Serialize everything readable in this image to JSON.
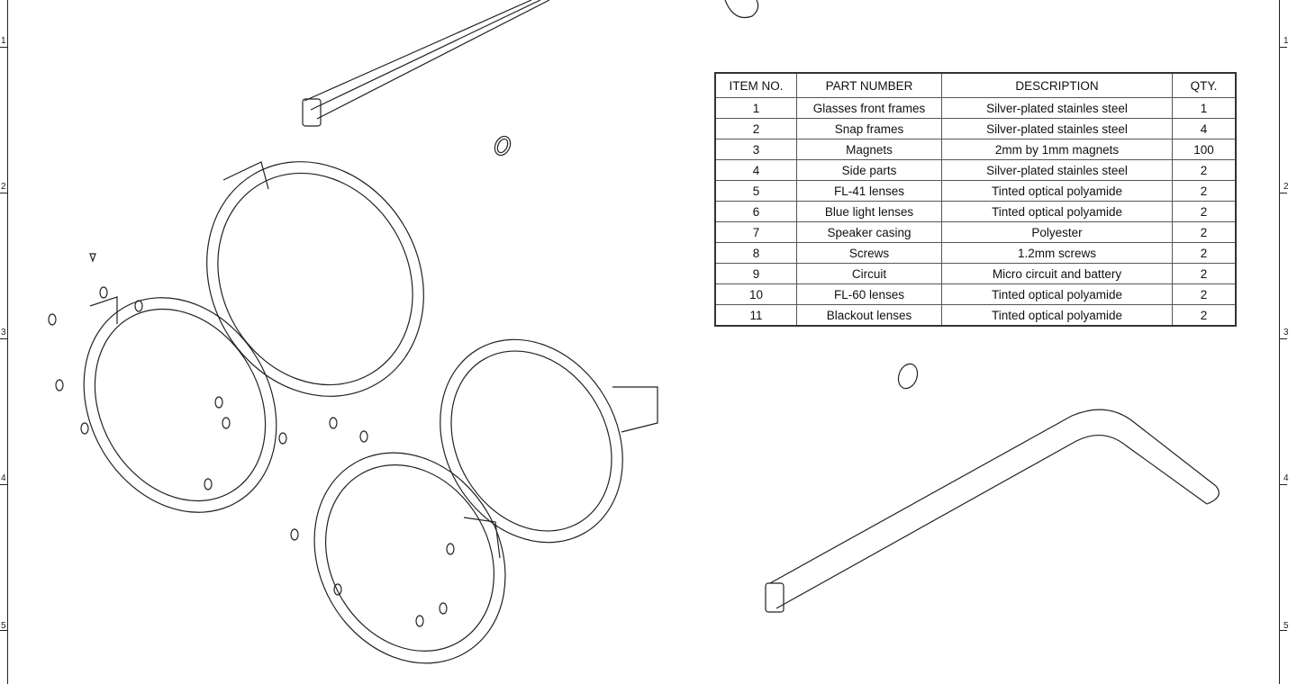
{
  "zones": [
    "1",
    "2",
    "3",
    "4",
    "5"
  ],
  "bom": {
    "headers": [
      "ITEM NO.",
      "PART NUMBER",
      "DESCRIPTION",
      "QTY."
    ],
    "rows": [
      {
        "item": "1",
        "part": "Glasses front frames",
        "desc": "Silver-plated stainles steel",
        "qty": "1"
      },
      {
        "item": "2",
        "part": "Snap frames",
        "desc": "Silver-plated stainles steel",
        "qty": "4"
      },
      {
        "item": "3",
        "part": "Magnets",
        "desc": "2mm by 1mm magnets",
        "qty": "100"
      },
      {
        "item": "4",
        "part": "Side parts",
        "desc": "Silver-plated stainles steel",
        "qty": "2"
      },
      {
        "item": "5",
        "part": "FL-41 lenses",
        "desc": "Tinted optical polyamide",
        "qty": "2"
      },
      {
        "item": "6",
        "part": "Blue light lenses",
        "desc": "Tinted optical polyamide",
        "qty": "2"
      },
      {
        "item": "7",
        "part": "Speaker casing",
        "desc": "Polyester",
        "qty": "2"
      },
      {
        "item": "8",
        "part": "Screws",
        "desc": "1.2mm screws",
        "qty": "2"
      },
      {
        "item": "9",
        "part": "Circuit",
        "desc": "Micro circuit and battery",
        "qty": "2"
      },
      {
        "item": "10",
        "part": "FL-60 lenses",
        "desc": "Tinted optical polyamide",
        "qty": "2"
      },
      {
        "item": "11",
        "part": "Blackout lenses",
        "desc": "Tinted optical polyamide",
        "qty": "2"
      }
    ]
  }
}
